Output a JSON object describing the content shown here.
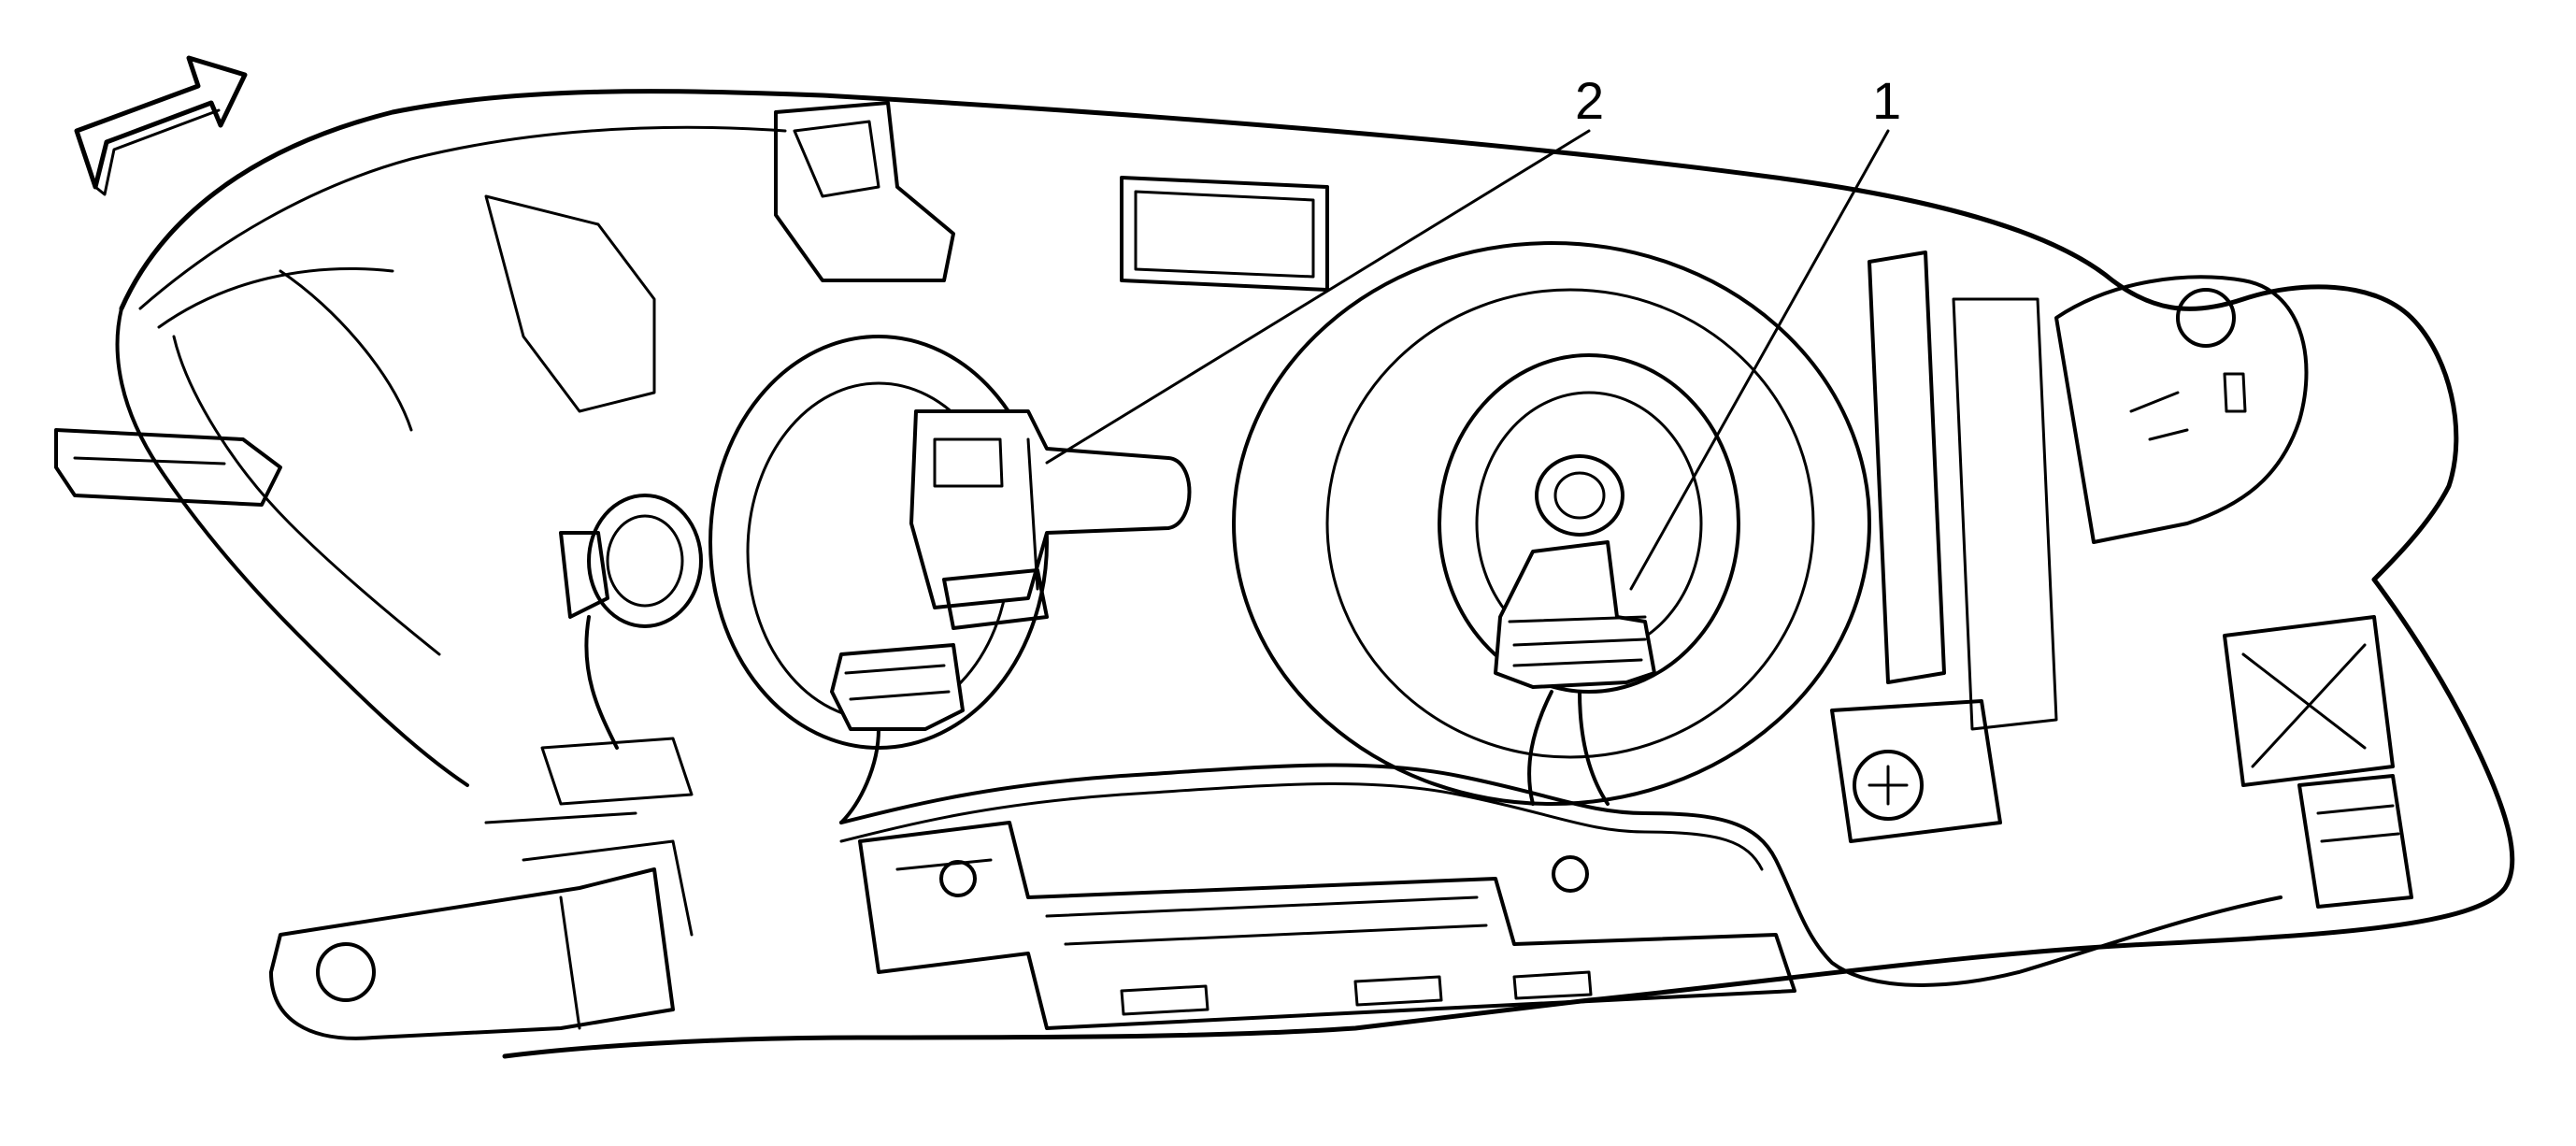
{
  "callouts": [
    {
      "number": "1",
      "part": "connector"
    },
    {
      "number": "2",
      "part": "bulb"
    }
  ],
  "direction_arrow": "front-arrow-icon",
  "colors": {
    "line": "#000000",
    "background": "#ffffff"
  }
}
